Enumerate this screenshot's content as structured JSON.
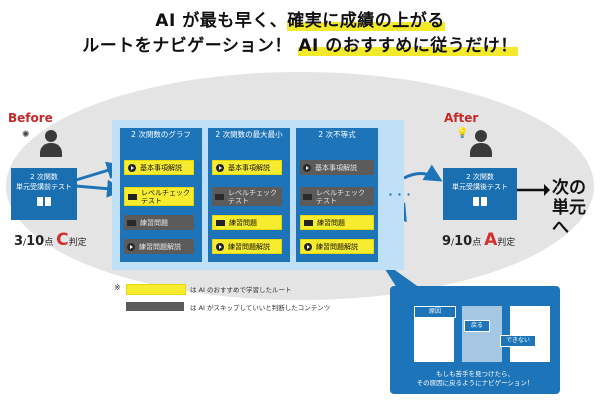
{
  "headline": {
    "line1_a": "AI が最も早く、",
    "line1_b": "確実に成績の上がる",
    "line2_a": "ルートをナビゲーション！",
    "line2_b": "AI のおすすめに従うだけ！"
  },
  "before": {
    "label": "Before",
    "test_line1": "2 次関数",
    "test_line2": "単元受講前テスト",
    "score_num": "3",
    "score_den": "10",
    "score_unit": "点",
    "grade": "C",
    "grade_suffix": "判定"
  },
  "after": {
    "label": "After",
    "test_line1": "2 次関数",
    "test_line2": "単元受講後テスト",
    "score_num": "9",
    "score_den": "10",
    "score_unit": "点",
    "grade": "A",
    "grade_suffix": "判定"
  },
  "columns": [
    {
      "title": "2 次関数のグラフ",
      "items": [
        {
          "label": "基本事項解説",
          "kind": "video",
          "recommended": true
        },
        {
          "label": "レベルチェック\nテスト",
          "kind": "test",
          "recommended": true
        },
        {
          "label": "練習問題",
          "kind": "test",
          "recommended": false
        },
        {
          "label": "練習問題解説",
          "kind": "video",
          "recommended": false
        }
      ]
    },
    {
      "title": "2 次関数の最大最小",
      "items": [
        {
          "label": "基本事項解説",
          "kind": "video",
          "recommended": true
        },
        {
          "label": "レベルチェック\nテスト",
          "kind": "test",
          "recommended": false
        },
        {
          "label": "練習問題",
          "kind": "test",
          "recommended": true
        },
        {
          "label": "練習問題解説",
          "kind": "video",
          "recommended": true
        }
      ]
    },
    {
      "title": "2 次不等式",
      "items": [
        {
          "label": "基本事項解説",
          "kind": "video",
          "recommended": false
        },
        {
          "label": "レベルチェック\nテスト",
          "kind": "test",
          "recommended": false
        },
        {
          "label": "練習問題",
          "kind": "test",
          "recommended": true
        },
        {
          "label": "練習問題解説",
          "kind": "video",
          "recommended": true
        }
      ]
    }
  ],
  "ellipsis": "・・・",
  "next_unit": {
    "line1": "次の",
    "line2": "単元へ"
  },
  "legend": {
    "mark": "※",
    "yellow_text": "は AI のおすすめで学習したルート",
    "gray_text": "は AI がスキップしていいと判断したコンテンツ"
  },
  "bubble": {
    "cause_label": "原因",
    "back_label": "戻る",
    "cannot_label": "できない",
    "text_line1": "もしも苦手を見つけたら、",
    "text_line2": "その原因に戻るようにナビゲーション！"
  },
  "colors": {
    "accent_blue": "#1d74b8",
    "panel_blue": "#bfe0f6",
    "highlight_yellow": "#f7ec2d",
    "skip_gray": "#5b5b5b",
    "label_red": "#c62828"
  },
  "icons": {
    "before_person": "person-thinking-icon",
    "after_person": "person-idea-icon",
    "test_book": "open-book-icon",
    "video": "play-icon",
    "test": "book-icon"
  }
}
